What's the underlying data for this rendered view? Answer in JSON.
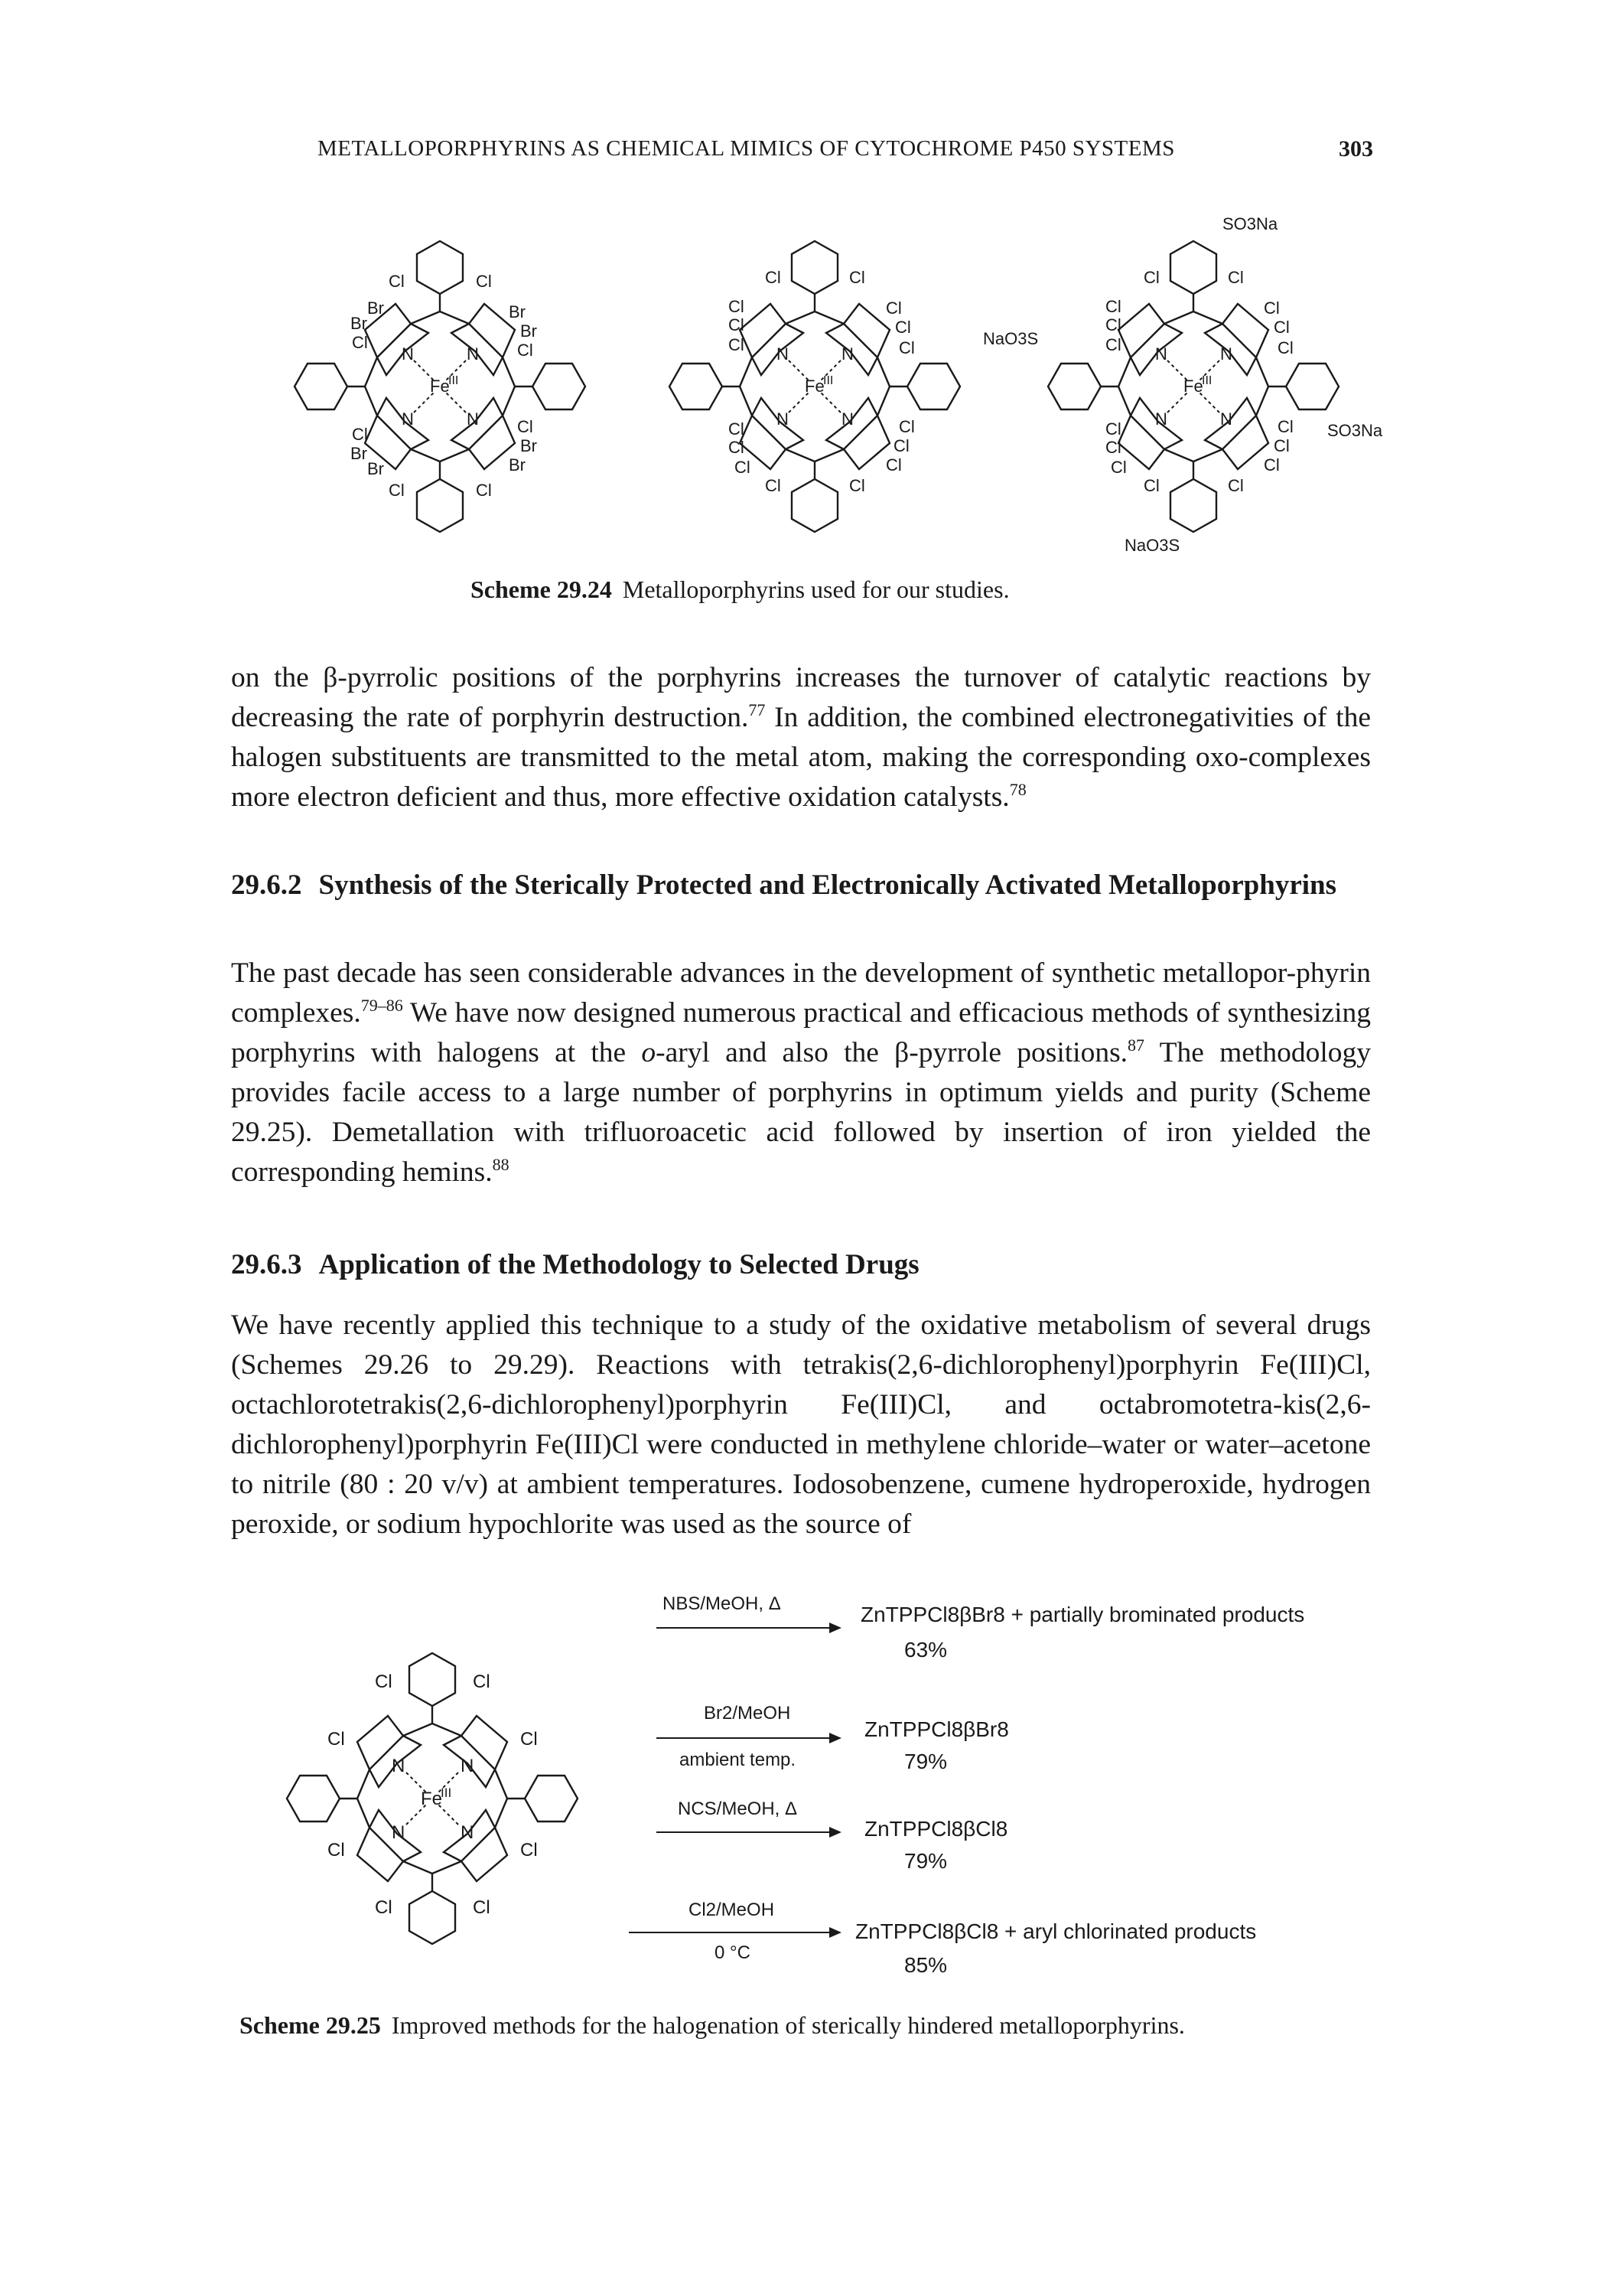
{
  "header": {
    "running_head": "METALLOPORPHYRINS AS CHEMICAL MIMICS OF CYTOCHROME P450 SYSTEMS",
    "page_number": "303"
  },
  "scheme_24": {
    "caption_label": "Scheme 29.24",
    "caption_text": "Metalloporphyrins used for our studies.",
    "structures": [
      {
        "center": "Fe",
        "oxidation": "III",
        "beta_labels": [
          "Br",
          "Br",
          "Br",
          "Br",
          "Br",
          "Br",
          "Br",
          "Br"
        ],
        "aryl_labels": [
          "Cl",
          "Cl",
          "Cl",
          "Cl",
          "Cl",
          "Cl",
          "Cl",
          "Cl"
        ],
        "extra_labels": []
      },
      {
        "center": "Fe",
        "oxidation": "III",
        "beta_labels": [
          "Cl",
          "Cl",
          "Cl",
          "Cl",
          "Cl",
          "Cl",
          "Cl",
          "Cl"
        ],
        "aryl_labels": [
          "Cl",
          "Cl",
          "Cl",
          "Cl",
          "Cl",
          "Cl",
          "Cl",
          "Cl"
        ],
        "extra_labels": []
      },
      {
        "center": "Fe",
        "oxidation": "III",
        "beta_labels": [
          "Cl",
          "Cl",
          "Cl",
          "Cl",
          "Cl",
          "Cl",
          "Cl",
          "Cl"
        ],
        "aryl_labels": [
          "Cl",
          "Cl",
          "Cl",
          "Cl",
          "Cl",
          "Cl",
          "Cl",
          "Cl"
        ],
        "extra_labels": [
          "SO3Na",
          "NaO3S",
          "SO3Na",
          "NaO3S"
        ]
      }
    ],
    "atom_N": "N"
  },
  "body": {
    "para1": "on the β-pyrrolic positions of the porphyrins increases the turnover of catalytic reactions by decreasing the rate of porphyrin destruction.",
    "para1_ref1": "77",
    "para1_b": " In addition, the combined electronegativities of the halogen substituents are transmitted to the metal atom, making the corresponding oxo-complexes more electron deficient and thus, more effective oxidation catalysts.",
    "para1_ref2": "78",
    "h_6_2_num": "29.6.2",
    "h_6_2_title": "Synthesis of the Sterically Protected and Electronically Activated Metalloporphyrins",
    "para2_a": "The past decade has seen considerable advances in the development of synthetic metallopor-phyrin complexes.",
    "para2_ref1": "79–86",
    "para2_b": " We have now designed numerous practical and efficacious methods of synthesizing porphyrins with halogens at the ",
    "para2_italic": "o",
    "para2_c": "-aryl and also the β-pyrrole positions.",
    "para2_ref2": "87",
    "para2_d": " The methodology provides facile access to a large number of porphyrins in optimum yields and purity (Scheme 29.25). Demetallation with trifluoroacetic acid followed by insertion of iron yielded the corresponding hemins.",
    "para2_ref3": "88",
    "h_6_3_num": "29.6.3",
    "h_6_3_title": "Application of the Methodology to Selected Drugs",
    "para3": "We have recently applied this technique to a study of the oxidative metabolism of several drugs (Schemes 29.26 to 29.29). Reactions with tetrakis(2,6-dichlorophenyl)porphyrin Fe(III)Cl, octachlorotetrakis(2,6-dichlorophenyl)porphyrin Fe(III)Cl, and octabromotetra-kis(2,6-dichlorophenyl)porphyrin Fe(III)Cl were conducted in methylene chloride–water or water–acetone to nitrile (80 : 20 v/v) at ambient temperatures. Iodosobenzene, cumene hydroperoxide, hydrogen peroxide, or sodium hypochlorite was used as the source of"
  },
  "scheme_25": {
    "caption_label": "Scheme 29.25",
    "caption_text": "Improved methods for the halogenation of sterically hindered metalloporphyrins.",
    "start": {
      "center": "Fe",
      "oxidation": "III",
      "cl_label": "Cl",
      "atom_N": "N"
    },
    "reactions": [
      {
        "reagent": "NBS/MeOH,  Δ",
        "condition": "",
        "product": "ZnTPPCl8βBr8 + partially brominated products",
        "yield": "63%"
      },
      {
        "reagent": "Br2/MeOH",
        "condition": "ambient temp.",
        "product": "ZnTPPCl8βBr8",
        "yield": "79%"
      },
      {
        "reagent": "NCS/MeOH,  Δ",
        "condition": "",
        "product": "ZnTPPCl8βCl8",
        "yield": "79%"
      },
      {
        "reagent": "Cl2/MeOH",
        "condition": "0 °C",
        "product": "ZnTPPCl8βCl8  +  aryl chlorinated products",
        "yield": "85%"
      }
    ]
  }
}
